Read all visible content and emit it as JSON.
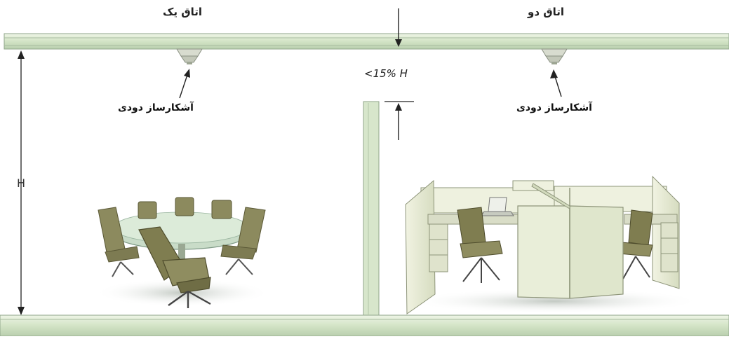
{
  "rooms": {
    "room_one_title": "اتاق یک",
    "room_two_title": "اتاق دو"
  },
  "detectors": {
    "left_label": "آشکارساز دودی",
    "right_label": "آشکارساز دودی"
  },
  "dimensions": {
    "partition_gap": "<15% H",
    "height_symbol": "H"
  },
  "colors": {
    "beam_fill": "#dbe9cf",
    "beam_edge": "#8fa58a",
    "partition": "#cfe0c2",
    "cubicle_panel": "#e8ecd6",
    "chair": "#8c8a5e",
    "table_top": "#c9dcc8"
  }
}
